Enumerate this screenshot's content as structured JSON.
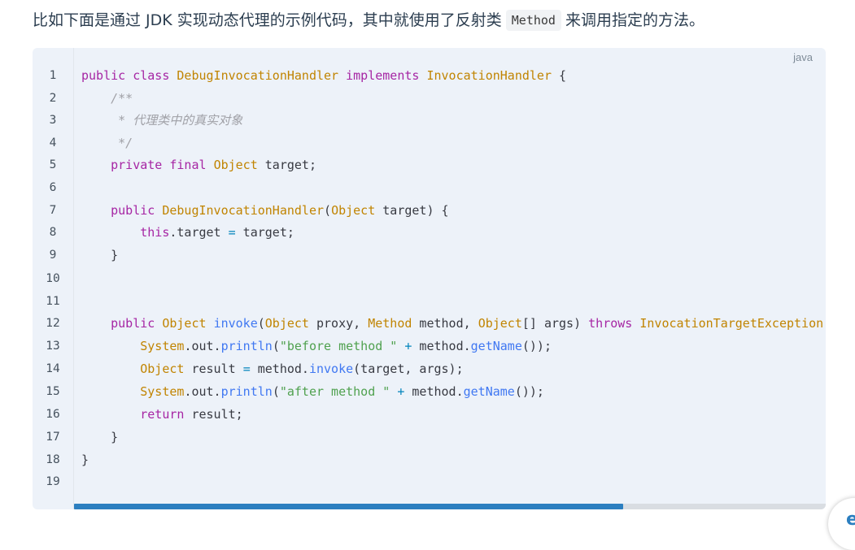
{
  "intro": {
    "before": "比如下面是通过 JDK 实现动态代理的示例代码，其中就使用了反射类",
    "code": "Method",
    "after": "来调用指定的方法。"
  },
  "code_block": {
    "language": "java",
    "line_numbers": [
      "1",
      "2",
      "3",
      "4",
      "5",
      "6",
      "7",
      "8",
      "9",
      "10",
      "11",
      "12",
      "13",
      "14",
      "15",
      "16",
      "17",
      "18",
      "19"
    ],
    "scroll_fraction": 0.73
  },
  "code": {
    "l1": {
      "a": "public class ",
      "b": "DebugInvocationHandler",
      "c": " implements ",
      "d": "InvocationHandler",
      "e": " {"
    },
    "l2": {
      "a": "    /**"
    },
    "l3": {
      "a": "     * 代理类中的真实对象"
    },
    "l4": {
      "a": "     */"
    },
    "l5": {
      "a": "    private final ",
      "b": "Object",
      "c": " target;"
    },
    "l7": {
      "a": "    public ",
      "b": "DebugInvocationHandler",
      "c": "(",
      "d": "Object",
      "e": " target) {"
    },
    "l8": {
      "a": "        this",
      "b": ".target ",
      "c": "=",
      "d": " target;"
    },
    "l9": {
      "a": "    }"
    },
    "l12": {
      "a": "    public ",
      "b": "Object",
      "c": " ",
      "d": "invoke",
      "e": "(",
      "f": "Object",
      "g": " proxy, ",
      "h": "Method",
      "i": " method, ",
      "j": "Object",
      "k": "[] args) ",
      "l": "throws",
      "m": " ",
      "n": "InvocationTargetException"
    },
    "l13": {
      "a": "        ",
      "b": "System",
      "c": ".out.",
      "d": "println",
      "e": "(",
      "f": "\"before method \"",
      "g": " ",
      "h": "+",
      "i": " method.",
      "j": "getName",
      "k": "());"
    },
    "l14": {
      "a": "        ",
      "b": "Object",
      "c": " result ",
      "d": "=",
      "e": " method.",
      "f": "invoke",
      "g": "(target, args);"
    },
    "l15": {
      "a": "        ",
      "b": "System",
      "c": ".out.",
      "d": "println",
      "e": "(",
      "f": "\"after method \"",
      "g": " ",
      "h": "+",
      "i": " method.",
      "j": "getName",
      "k": "());"
    },
    "l16": {
      "a": "        return",
      "b": " result;"
    },
    "l17": {
      "a": "    }"
    },
    "l18": {
      "a": "}"
    }
  },
  "corner_button": {
    "glyph": "e"
  }
}
